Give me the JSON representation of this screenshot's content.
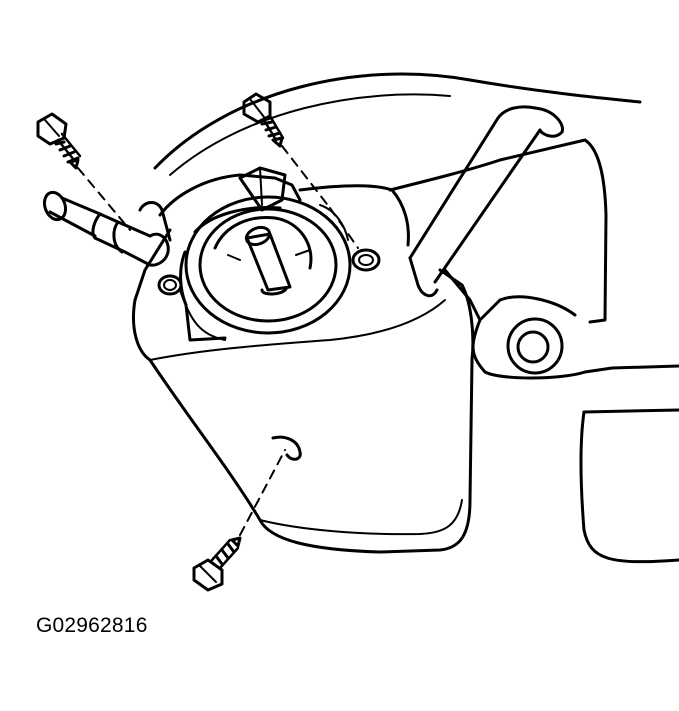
{
  "figure": {
    "id_label": "G02962816"
  },
  "colors": {
    "line": "#000000",
    "background": "#ffffff"
  },
  "parts": [
    "steering-wheel-outline",
    "turn-signal-stalk",
    "wiper-stalk",
    "column-cover",
    "clockspring-assembly",
    "screw",
    "screw",
    "screw"
  ]
}
